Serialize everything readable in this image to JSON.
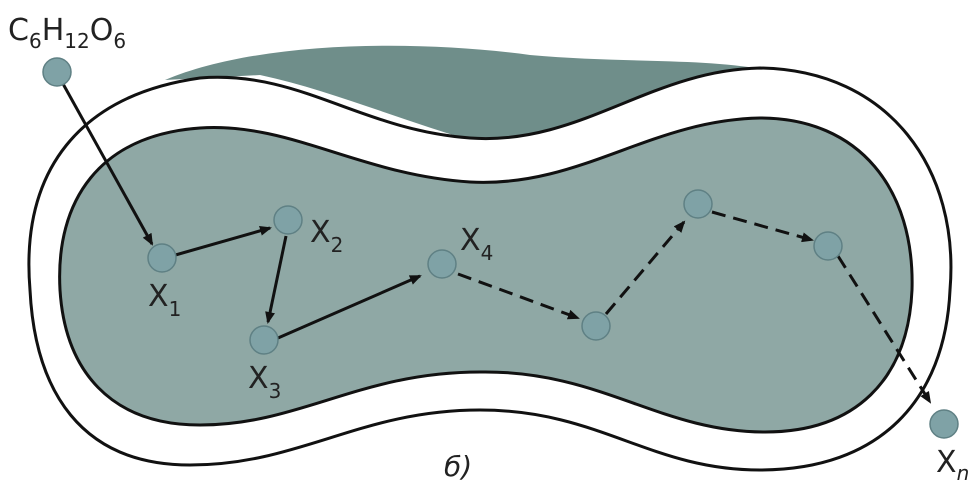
{
  "colors": {
    "cell_fill": "#8fa8a5",
    "cell_dark": "#6f8e8a",
    "node_fill": "#7fa2a6",
    "outline": "#111111",
    "background": "#ffffff"
  },
  "substrate": {
    "base": "C",
    "parts": [
      {
        "el": "C",
        "sub": "6"
      },
      {
        "el": "H",
        "sub": "12"
      },
      {
        "el": "O",
        "sub": "6"
      }
    ]
  },
  "nodes": {
    "x1": {
      "base": "X",
      "sub": "1"
    },
    "x2": {
      "base": "X",
      "sub": "2"
    },
    "x3": {
      "base": "X",
      "sub": "3"
    },
    "x4": {
      "base": "X",
      "sub": "4"
    },
    "xn": {
      "base": "X",
      "sub": "n"
    }
  },
  "caption": "б)",
  "arrow_styles": {
    "solid": "solid-arrow",
    "dashed": "dashed-arrow"
  },
  "icons": {
    "node": "metabolite-dot-icon",
    "arrow": "arrow-icon"
  }
}
